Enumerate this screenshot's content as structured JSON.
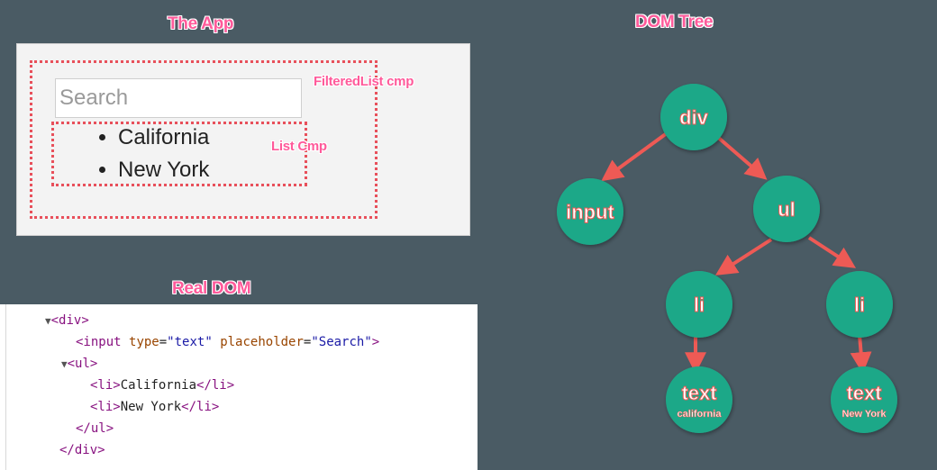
{
  "app": {
    "title": "The App",
    "search_placeholder": "Search",
    "items": [
      "California",
      "New York"
    ],
    "filtered_list_label": "FilteredList cmp",
    "list_label": "List Cmp"
  },
  "real_dom": {
    "title": "Real DOM",
    "lines": {
      "div_open": "<div>",
      "input_open": "<input ",
      "input_type_attr": "type",
      "input_type_val": "\"text\"",
      "input_ph_attr": "placeholder",
      "input_ph_val": "\"Search\"",
      "input_close": ">",
      "ul_open": "<ul>",
      "li_open": "<li>",
      "li_close": "</li>",
      "li_1_text": "California",
      "li_2_text": "New York",
      "ul_close": "</ul>",
      "div_close": "</div>"
    }
  },
  "dom_tree": {
    "title": "DOM Tree",
    "nodes": {
      "div": "div",
      "input": "input",
      "ul": "ul",
      "li_1": "li",
      "li_2": "li",
      "text_1": "text",
      "text_1_sub": "california",
      "text_2": "text",
      "text_2_sub": "New York"
    }
  },
  "colors": {
    "background": "#4a5b64",
    "node_fill": "#1fa888",
    "arrow": "#ee5a55",
    "title_pink": "#ff5a9a",
    "dotted_border": "#e8505b"
  }
}
